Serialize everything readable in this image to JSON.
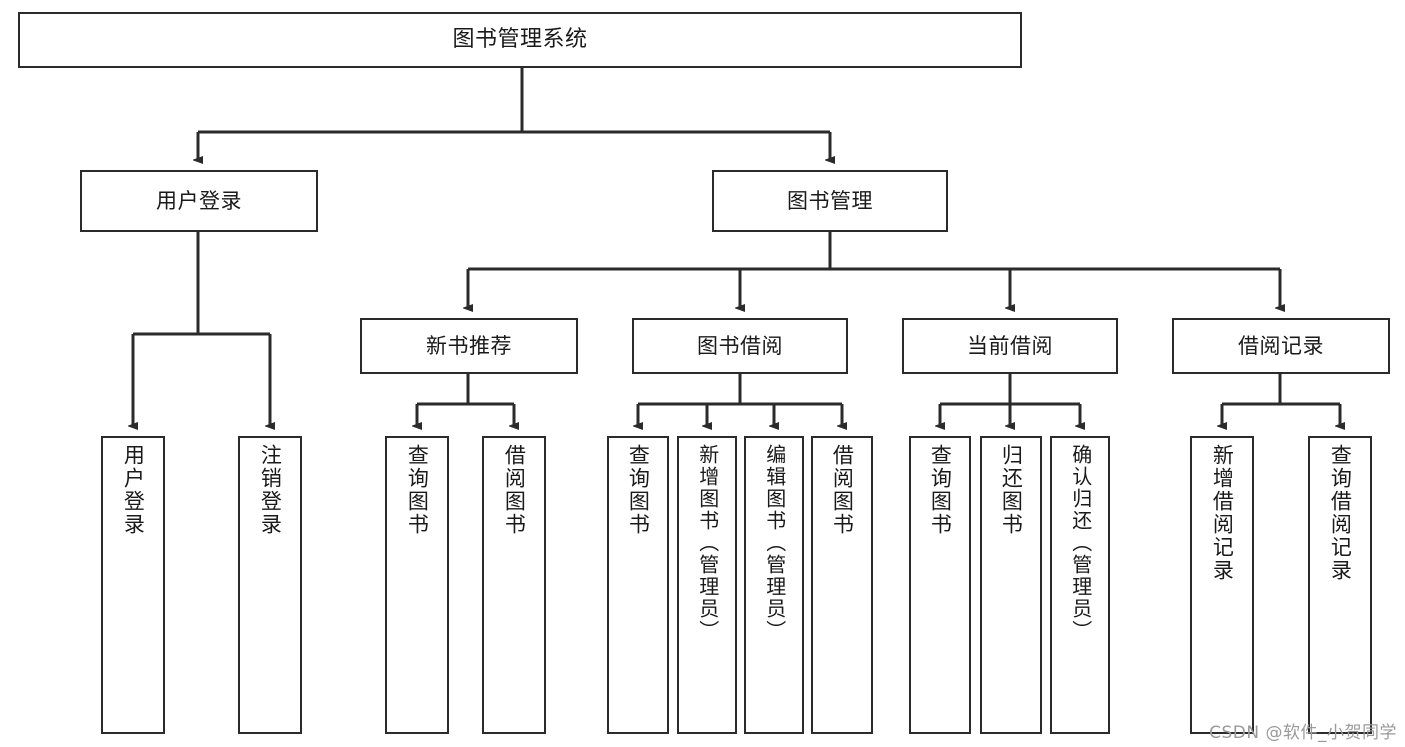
{
  "diagram": {
    "type": "tree-hierarchy-chart",
    "title": "图书管理系统",
    "colors": {
      "stroke": "#2b2b2b",
      "background": "#ffffff",
      "text": "#1a1a1a",
      "watermark": "#9a9a9a"
    },
    "root": {
      "label": "图书管理系统"
    },
    "level2": [
      {
        "label": "用户登录"
      },
      {
        "label": "图书管理"
      }
    ],
    "level3": [
      {
        "label": "新书推荐"
      },
      {
        "label": "图书借阅"
      },
      {
        "label": "当前借阅"
      },
      {
        "label": "借阅记录"
      }
    ],
    "leaves": {
      "user_login": [
        {
          "label": "用户登录"
        },
        {
          "label": "注销登录"
        }
      ],
      "new_book_recommend": [
        {
          "label": "查询图书"
        },
        {
          "label": "借阅图书"
        }
      ],
      "book_borrow": [
        {
          "label": "查询图书"
        },
        {
          "label": "新增图书（管理员）"
        },
        {
          "label": "编辑图书（管理员）"
        },
        {
          "label": "借阅图书"
        }
      ],
      "current_borrow": [
        {
          "label": "查询图书"
        },
        {
          "label": "归还图书"
        },
        {
          "label": "确认归还（管理员）"
        }
      ],
      "borrow_records": [
        {
          "label": "新增借阅记录"
        },
        {
          "label": "查询借阅记录"
        }
      ]
    }
  },
  "watermark": {
    "text": "CSDN @软件_小贺同学"
  }
}
